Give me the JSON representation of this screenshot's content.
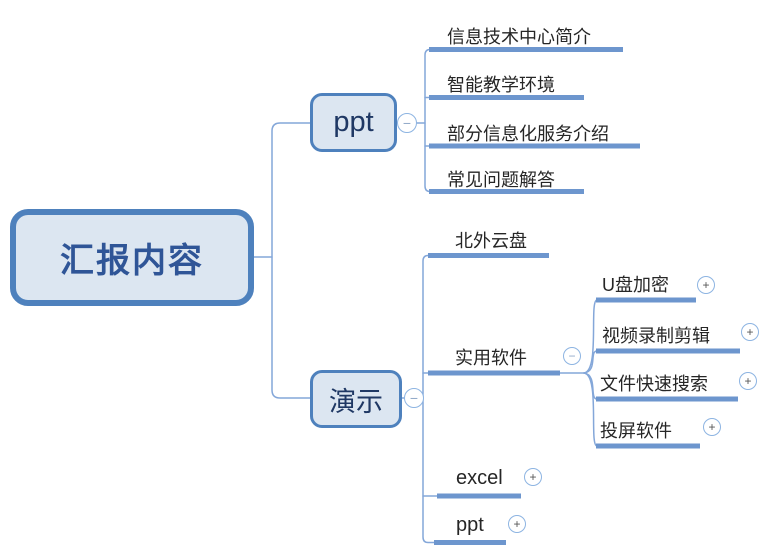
{
  "diagram": {
    "type": "mindmap",
    "root": {
      "label": "汇报内容"
    },
    "branches": [
      {
        "label": "ppt",
        "toggle": "collapse",
        "children": [
          {
            "label": "信息技术中心简介"
          },
          {
            "label": "智能教学环境"
          },
          {
            "label": "部分信息化服务介绍"
          },
          {
            "label": "常见问题解答"
          }
        ]
      },
      {
        "label": "演示",
        "toggle": "collapse",
        "children": [
          {
            "label": "北外云盘"
          },
          {
            "label": "实用软件",
            "toggle": "collapse",
            "children": [
              {
                "label": "U盘加密",
                "toggle": "expand"
              },
              {
                "label": "视频录制剪辑",
                "toggle": "expand"
              },
              {
                "label": "文件快速搜索",
                "toggle": "expand"
              },
              {
                "label": "投屏软件",
                "toggle": "expand"
              }
            ]
          },
          {
            "label": "excel",
            "toggle": "expand"
          },
          {
            "label": "ppt",
            "toggle": "expand"
          }
        ]
      }
    ],
    "icons": {
      "minus_glyph": "−",
      "plus_glyph": "+"
    },
    "colors": {
      "node_fill": "#DCE6F1",
      "node_border": "#4E81BD",
      "root_text": "#2F5597",
      "branch_text": "#1F3864",
      "leaf_text": "#262626",
      "bar": "#6D96CE",
      "wire": "#84A7D9",
      "toggle_ring": "#8DB4E2"
    }
  }
}
